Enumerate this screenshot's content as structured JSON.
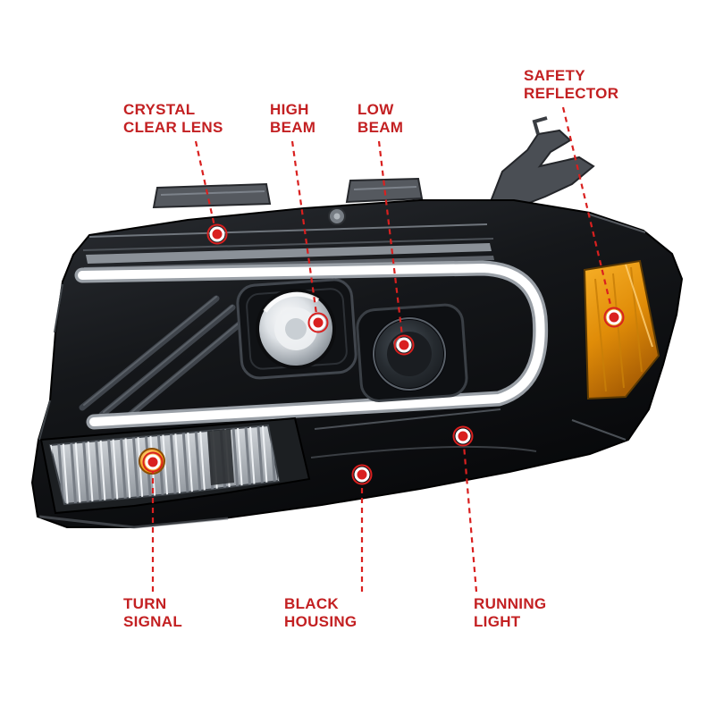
{
  "figure": {
    "type": "annotated-product-diagram",
    "subject": "Projector headlight with LED light bar, callout labels pointing to features",
    "background": "#ffffff"
  },
  "colors": {
    "label_text": "#c32022",
    "callout_line": "#d9201f",
    "callout_dot": "#d9201f",
    "housing_black": "#0b0c0e",
    "light_bar_white": "#ffffff",
    "reflector_amber": "#e59112",
    "lens_gray": "#b9bec4"
  },
  "callouts": [
    {
      "id": "crystal-clear-lens",
      "line1": "CRYSTAL",
      "line2": "CLEAR LENS"
    },
    {
      "id": "high-beam",
      "line1": "HIGH",
      "line2": "BEAM"
    },
    {
      "id": "low-beam",
      "line1": "LOW",
      "line2": "BEAM"
    },
    {
      "id": "safety-reflector",
      "line1": "SAFETY",
      "line2": "REFLECTOR"
    },
    {
      "id": "turn-signal",
      "line1": "TURN",
      "line2": "SIGNAL"
    },
    {
      "id": "black-housing",
      "line1": "BLACK",
      "line2": "HOUSING"
    },
    {
      "id": "running-light",
      "line1": "RUNNING",
      "line2": "LIGHT"
    }
  ]
}
